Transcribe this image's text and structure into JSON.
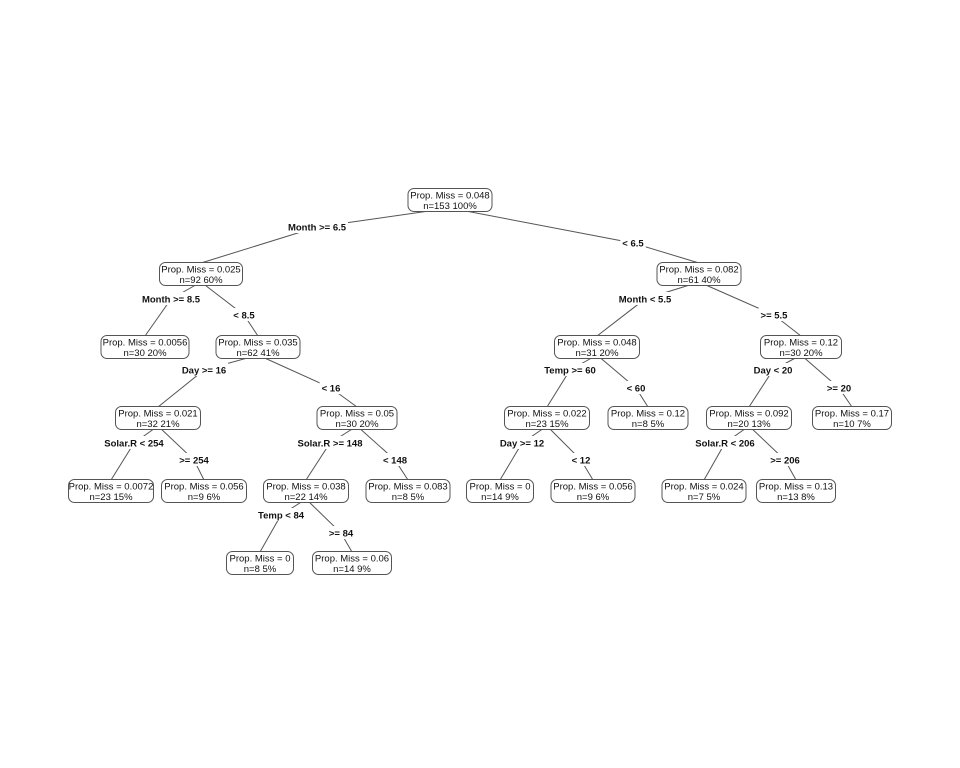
{
  "nodes": [
    {
      "id": "root",
      "line1": "Prop. Miss = 0.048",
      "line2": "n=153  100%"
    },
    {
      "id": "n1",
      "line1": "Prop. Miss = 0.025",
      "line2": "n=92  60%"
    },
    {
      "id": "n2",
      "line1": "Prop. Miss = 0.082",
      "line2": "n=61  40%"
    },
    {
      "id": "n1a",
      "line1": "Prop. Miss = 0.0056",
      "line2": "n=30  20%"
    },
    {
      "id": "n1b",
      "line1": "Prop. Miss = 0.035",
      "line2": "n=62  41%"
    },
    {
      "id": "n1ba",
      "line1": "Prop. Miss = 0.021",
      "line2": "n=32  21%"
    },
    {
      "id": "n1bb",
      "line1": "Prop. Miss = 0.05",
      "line2": "n=30  20%"
    },
    {
      "id": "n1baa",
      "line1": "Prop. Miss = 0.0072",
      "line2": "n=23  15%"
    },
    {
      "id": "n1bab",
      "line1": "Prop. Miss = 0.056",
      "line2": "n=9  6%"
    },
    {
      "id": "n1bba",
      "line1": "Prop. Miss = 0.038",
      "line2": "n=22  14%"
    },
    {
      "id": "n1bbb",
      "line1": "Prop. Miss = 0.083",
      "line2": "n=8  5%"
    },
    {
      "id": "n1bbaa",
      "line1": "Prop. Miss = 0",
      "line2": "n=8  5%"
    },
    {
      "id": "n1bbab",
      "line1": "Prop. Miss = 0.06",
      "line2": "n=14  9%"
    },
    {
      "id": "n2a",
      "line1": "Prop. Miss = 0.048",
      "line2": "n=31  20%"
    },
    {
      "id": "n2b",
      "line1": "Prop. Miss = 0.12",
      "line2": "n=30  20%"
    },
    {
      "id": "n2aa",
      "line1": "Prop. Miss = 0.022",
      "line2": "n=23  15%"
    },
    {
      "id": "n2ab",
      "line1": "Prop. Miss = 0.12",
      "line2": "n=8  5%"
    },
    {
      "id": "n2ba",
      "line1": "Prop. Miss = 0.092",
      "line2": "n=20  13%"
    },
    {
      "id": "n2bb",
      "line1": "Prop. Miss = 0.17",
      "line2": "n=10  7%"
    },
    {
      "id": "n2aaa",
      "line1": "Prop. Miss = 0",
      "line2": "n=14  9%"
    },
    {
      "id": "n2aab",
      "line1": "Prop. Miss = 0.056",
      "line2": "n=9  6%"
    },
    {
      "id": "n2baa",
      "line1": "Prop. Miss = 0.024",
      "line2": "n=7  5%"
    },
    {
      "id": "n2bab",
      "line1": "Prop. Miss = 0.13",
      "line2": "n=13  8%"
    }
  ],
  "edges": [
    {
      "from": "root",
      "to": "n1",
      "label": "Month >= 6.5"
    },
    {
      "from": "root",
      "to": "n2",
      "label": "< 6.5"
    },
    {
      "from": "n1",
      "to": "n1a",
      "label": "Month >= 8.5"
    },
    {
      "from": "n1",
      "to": "n1b",
      "label": "< 8.5"
    },
    {
      "from": "n2",
      "to": "n2a",
      "label": "Month < 5.5"
    },
    {
      "from": "n2",
      "to": "n2b",
      "label": ">= 5.5"
    },
    {
      "from": "n1b",
      "to": "n1ba",
      "label": "Day >= 16"
    },
    {
      "from": "n1b",
      "to": "n1bb",
      "label": "< 16"
    },
    {
      "from": "n2a",
      "to": "n2aa",
      "label": "Temp >= 60"
    },
    {
      "from": "n2a",
      "to": "n2ab",
      "label": "< 60"
    },
    {
      "from": "n2b",
      "to": "n2ba",
      "label": "Day < 20"
    },
    {
      "from": "n2b",
      "to": "n2bb",
      "label": ">= 20"
    },
    {
      "from": "n1ba",
      "to": "n1baa",
      "label": "Solar.R < 254"
    },
    {
      "from": "n1ba",
      "to": "n1bab",
      "label": ">= 254"
    },
    {
      "from": "n1bb",
      "to": "n1bba",
      "label": "Solar.R >= 148"
    },
    {
      "from": "n1bb",
      "to": "n1bbb",
      "label": "< 148"
    },
    {
      "from": "n2aa",
      "to": "n2aaa",
      "label": "Day >= 12"
    },
    {
      "from": "n2aa",
      "to": "n2aab",
      "label": "< 12"
    },
    {
      "from": "n2ba",
      "to": "n2baa",
      "label": "Solar.R < 206"
    },
    {
      "from": "n2ba",
      "to": "n2bab",
      "label": ">= 206"
    },
    {
      "from": "n1bba",
      "to": "n1bbaa",
      "label": "Temp < 84"
    },
    {
      "from": "n1bba",
      "to": "n1bbab",
      "label": ">= 84"
    }
  ]
}
